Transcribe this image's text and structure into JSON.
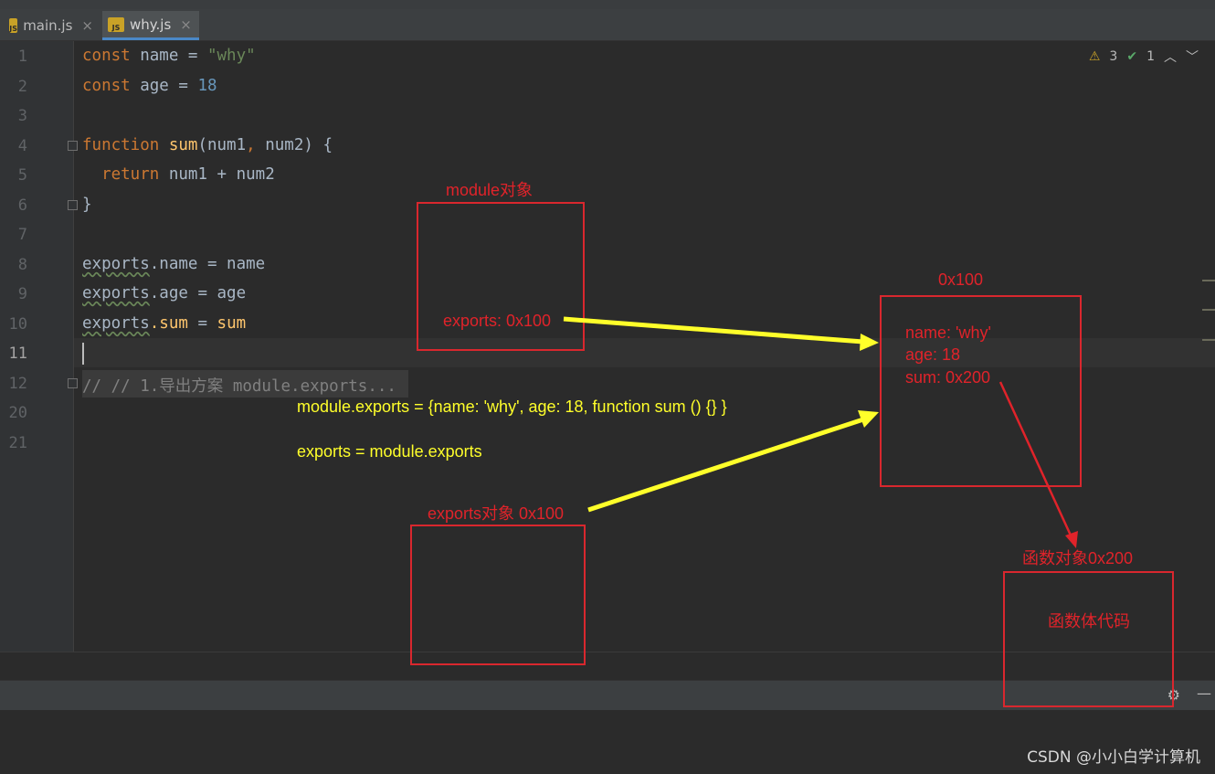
{
  "tabs": [
    {
      "label": "main.js",
      "icon": "js-file-icon",
      "active": false
    },
    {
      "label": "why.js",
      "icon": "js-file-icon",
      "active": true
    }
  ],
  "icon_text": {
    "js": "JS",
    "close": "×",
    "warn": "⚠",
    "check": "✔",
    "up": "︿",
    "down": "﹀",
    "gear": "⚙",
    "minimize": "—"
  },
  "inspections": {
    "warnings": "3",
    "weak_warnings": "1"
  },
  "line_numbers": [
    "1",
    "2",
    "3",
    "4",
    "5",
    "6",
    "7",
    "8",
    "9",
    "10",
    "11",
    "12",
    "20",
    "21"
  ],
  "code": {
    "l1": {
      "kw": "const",
      "var": " name = ",
      "str": "\"why\""
    },
    "l2": {
      "kw": "const",
      "var": " age = ",
      "num": "18"
    },
    "l4": {
      "kw": "function",
      "fn": " sum",
      "p1": "(num1",
      "comma": ",",
      "p2": " num2) {"
    },
    "l5": {
      "kw": "  return",
      "rest": " num1 + num2"
    },
    "l6": {
      "rest": "}"
    },
    "l8": {
      "obj": "exports",
      "rest": ".name = name"
    },
    "l9": {
      "obj": "exports",
      "rest": ".age = age"
    },
    "l10": {
      "obj": "exports",
      "prop": ".sum",
      "eq": " = ",
      "fn": "sum"
    },
    "l12": {
      "cmt": "// // 1.导出方案 module.exports..."
    }
  },
  "annotations": {
    "module_label": "module对象",
    "module_exports": "exports: 0x100",
    "obj_addr": "0x100",
    "obj_name": "name: 'why'",
    "obj_age": "age: 18",
    "obj_sum": "sum: 0x200",
    "yellow1": "module.exports = {name: 'why', age: 18, function sum () {} }",
    "yellow2": "exports = module.exports",
    "exports_label": "exports对象 0x100",
    "func_label": "函数对象0x200",
    "func_body": "函数体代码"
  },
  "colors": {
    "arrow_yellow": "#ffff2a",
    "arrow_red": "#e0232a",
    "box_red": "#d9272e"
  },
  "watermark": "CSDN @小小白学计算机"
}
